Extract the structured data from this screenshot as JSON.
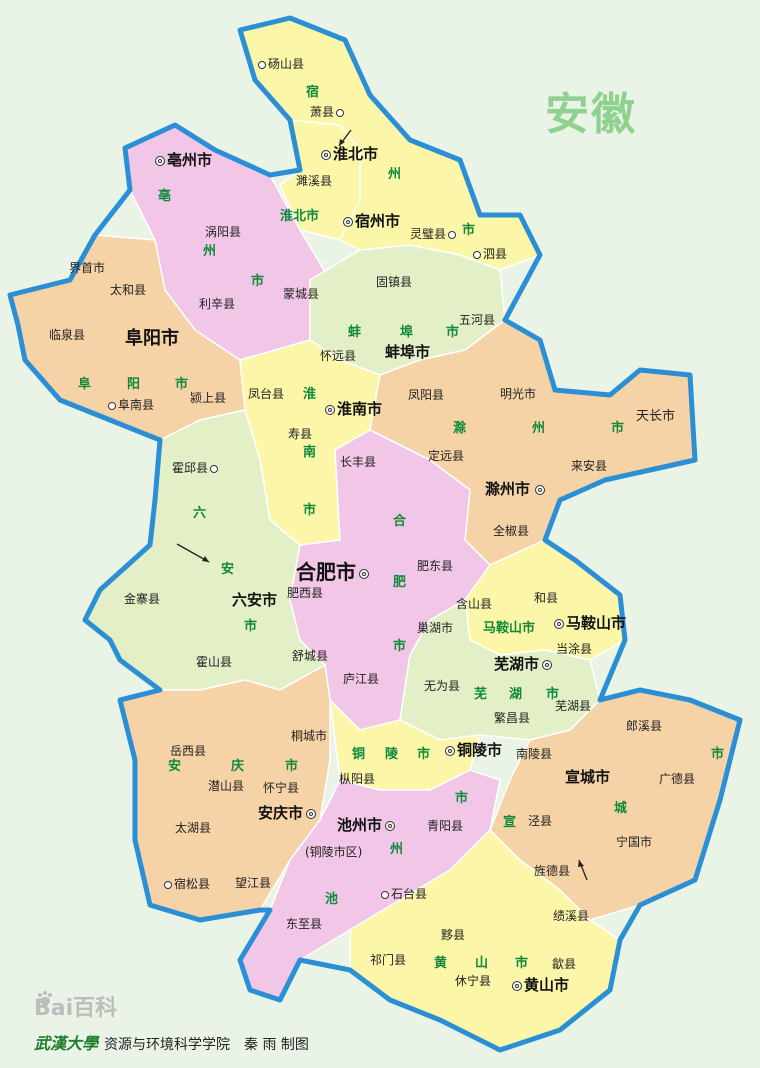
{
  "title": "安徽",
  "colors": {
    "outline": "#2b8fd6",
    "yellow": "#fbf6a8",
    "pink": "#f1c6e6",
    "orange": "#f6d3a6",
    "green": "#e3efc6",
    "label_green": "#0e8a3a",
    "background": "#e9f3e6"
  },
  "prefecture_cities": [
    {
      "name": "亳州市"
    },
    {
      "name": "淮北市"
    },
    {
      "name": "宿州市"
    },
    {
      "name": "阜阳市"
    },
    {
      "name": "蚌埠市"
    },
    {
      "name": "淮南市"
    },
    {
      "name": "滁州市"
    },
    {
      "name": "天长市"
    },
    {
      "name": "六安市"
    },
    {
      "name": "合肥市"
    },
    {
      "name": "马鞍山市"
    },
    {
      "name": "芜湖市"
    },
    {
      "name": "铜陵市"
    },
    {
      "name": "安庆市"
    },
    {
      "name": "池州市"
    },
    {
      "name": "宣城市"
    },
    {
      "name": "黄山市"
    }
  ],
  "prefecture_chars": {
    "bozhou": [
      "亳",
      "州",
      "市"
    ],
    "huaibei": "淮北市",
    "suzhou": [
      "宿",
      "州",
      "市"
    ],
    "fuyang": [
      "阜",
      "阳",
      "市"
    ],
    "bengbu": [
      "蚌",
      "埠",
      "市"
    ],
    "huainan": [
      "淮",
      "南",
      "市"
    ],
    "chuzhou": [
      "滁",
      "州",
      "市"
    ],
    "luan": [
      "六",
      "安",
      "市"
    ],
    "hefei": [
      "合",
      "肥",
      "市"
    ],
    "maanshan": "马鞍山市",
    "wuhu": [
      "芜",
      "湖",
      "市"
    ],
    "tongling": [
      "铜",
      "陵",
      "市"
    ],
    "anqing": [
      "安",
      "庆",
      "市"
    ],
    "chizhou": [
      "市",
      "州",
      "池"
    ],
    "xuancheng": [
      "市",
      "城",
      "宣"
    ],
    "huangshan": [
      "黄",
      "山",
      "市"
    ]
  },
  "counties": [
    "砀山县",
    "萧县",
    "濉溪县",
    "灵璧县",
    "泗县",
    "涡阳县",
    "蒙城县",
    "利辛县",
    "界首市",
    "太和县",
    "临泉县",
    "固镇县",
    "五河县",
    "怀远县",
    "颍上县",
    "阜南县",
    "凤台县",
    "凤阳县",
    "明光市",
    "寿县",
    "定远县",
    "来安县",
    "长丰县",
    "霍邱县",
    "全椒县",
    "肥东县",
    "金寨县",
    "肥西县",
    "含山县",
    "和县",
    "巢湖市",
    "当涂县",
    "霍山县",
    "舒城县",
    "庐江县",
    "无为县",
    "繁昌县",
    "芜湖县",
    "郎溪县",
    "桐城市",
    "南陵县",
    "广德县",
    "岳西县",
    "枞阳县",
    "潜山县",
    "怀宁县",
    "宁国市",
    "泾县",
    "青阳县",
    "太湖县",
    "(铜陵市区)",
    "旌德县",
    "宿松县",
    "望江县",
    "石台县",
    "东至县",
    "绩溪县",
    "黟县",
    "祁门县",
    "歙县",
    "休宁县"
  ],
  "watermark": {
    "left": "Bai",
    "right": "百科"
  },
  "credit": {
    "logo": "武漢大學",
    "text": "资源与环境科学学院　秦 雨 制图"
  }
}
